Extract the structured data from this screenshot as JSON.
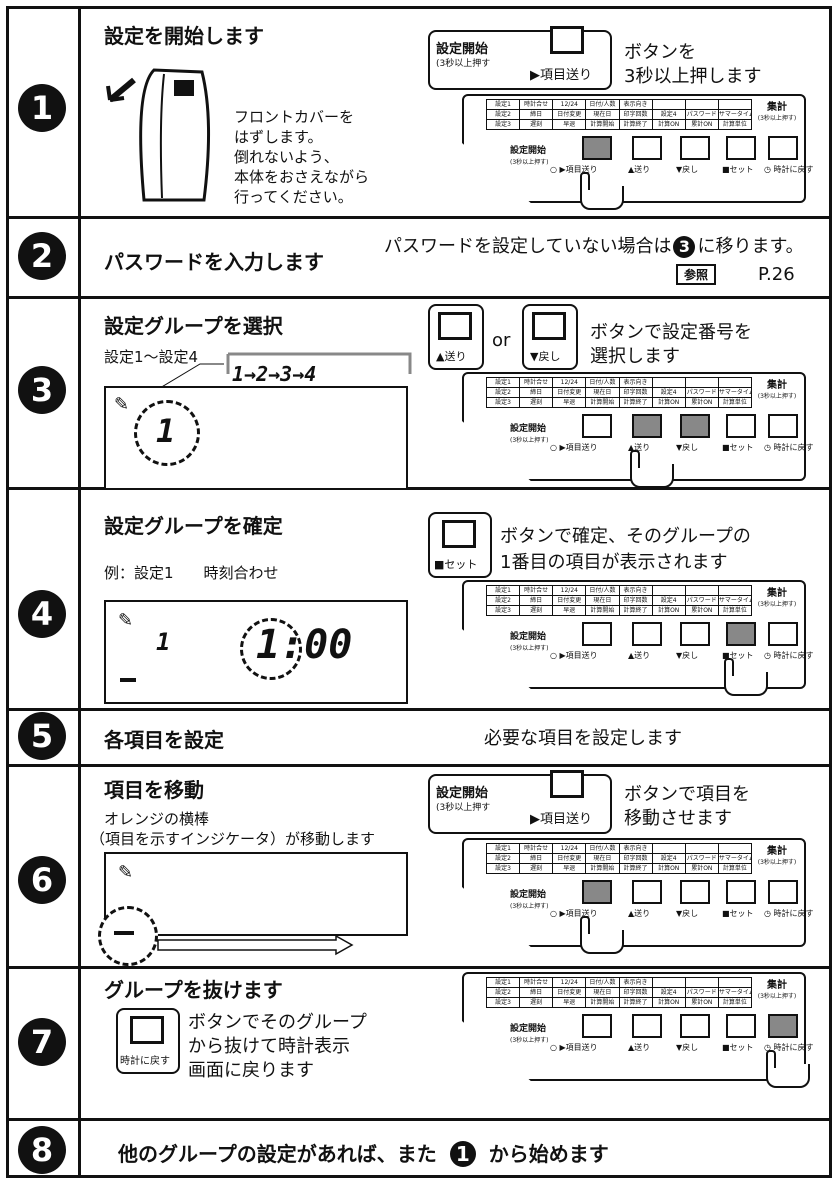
{
  "steps": [
    {
      "num": "1",
      "title": "設定を開始します",
      "btn_start": "設定開始",
      "btn_hold": "(3秒以上押す",
      "btn_item": "▶項目送り",
      "instr1": "ボタンを",
      "instr2": "3秒以上押します",
      "cover_lines": [
        "フロントカバーを",
        "はずします。",
        "倒れないよう、",
        "本体をおさえながら",
        "行ってください。"
      ]
    },
    {
      "num": "2",
      "title": "パスワードを入力します",
      "note": "パスワードを設定していない場合は",
      "note_num": "3",
      "note_end": "に移ります。",
      "ref_label": "参照",
      "ref_page": "P.26"
    },
    {
      "num": "3",
      "title": "設定グループを選択",
      "range": "設定1～設定4",
      "sequence": "1→2→3→4",
      "btn_up": "▲送り",
      "or_text": "or",
      "btn_down": "▼戻し",
      "instr1": "ボタンで設定番号を",
      "instr2": "選択します",
      "lcd_digit": "1"
    },
    {
      "num": "4",
      "title": "設定グループを確定",
      "example": "例：設定1　　時刻合わせ",
      "btn_set": "■セット",
      "instr1": "ボタンで確定、そのグループの",
      "instr2": "1番目の項目が表示されます",
      "lcd_small": "1",
      "lcd_time": "1:00"
    },
    {
      "num": "5",
      "title": "各項目を設定",
      "desc": "必要な項目を設定します"
    },
    {
      "num": "6",
      "title": "項目を移動",
      "sub1": "オレンジの横棒",
      "sub2": "（項目を示すインジケータ）が移動します",
      "btn_start": "設定開始",
      "btn_hold": "(3秒以上押す",
      "btn_item": "▶項目送り",
      "instr1": "ボタンで項目を",
      "instr2": "移動させます"
    },
    {
      "num": "7",
      "title": "グループを抜けます",
      "btn_back": "時計に戻す",
      "instr1": "ボタンでそのグループ",
      "instr2": "から抜けて時計表示",
      "instr3": "画面に戻ります"
    },
    {
      "num": "8",
      "title_pre": "他のグループの設定があれば、また",
      "title_num": "1",
      "title_post": "から始めます"
    }
  ],
  "panel": {
    "rows": [
      [
        "設定1",
        "時計合せ",
        "12/24",
        "日付/人数",
        "表示向き",
        "",
        "",
        ""
      ],
      [
        "設定2",
        "締日",
        "日付変更",
        "現在日",
        "印字回数",
        "設定4",
        "パスワード",
        "サマータイム"
      ],
      [
        "設定3",
        "遅刻",
        "早退",
        "計算開始",
        "計算終了",
        "計算ON",
        "累計ON",
        "計算単位"
      ]
    ],
    "total": "集計",
    "total_hold": "(3秒以上押す)",
    "start": "設定開始",
    "start_hold": "(3秒以上押す)",
    "labels": [
      "○ ▶項目送り",
      "▲送り",
      "▼戻し",
      "■セット",
      "◷ 時計に戻す"
    ]
  }
}
